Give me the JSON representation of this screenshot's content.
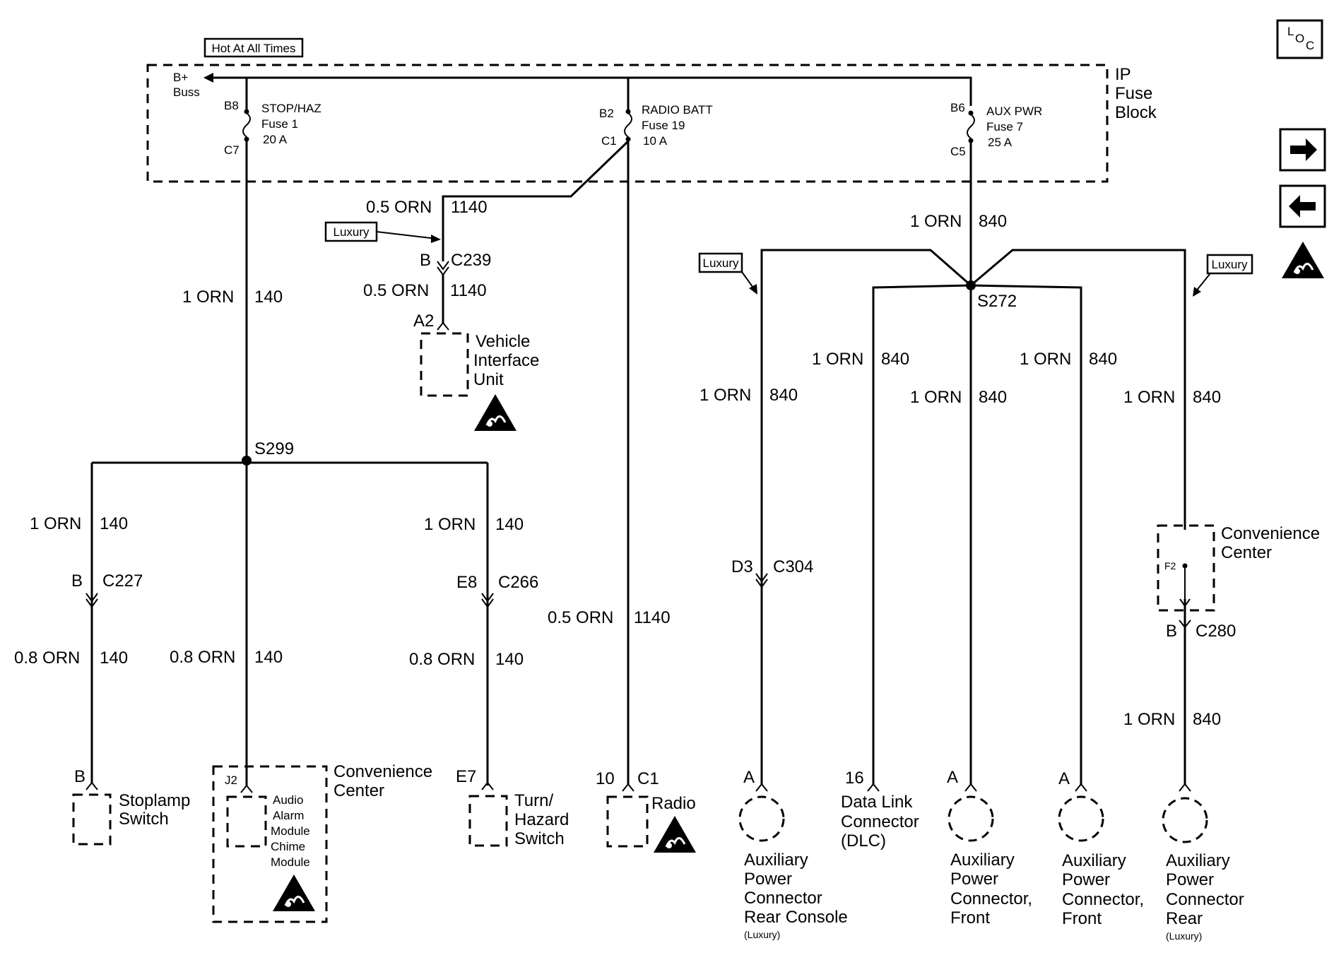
{
  "header": {
    "hot_at_all_times": "Hot At All Times",
    "b_plus": "B+",
    "buss": "Buss",
    "fuse_block_line1": "IP",
    "fuse_block_line2": "Fuse",
    "fuse_block_line3": "Block"
  },
  "nav": {
    "loc_l": "L",
    "loc_o": "O",
    "loc_c": "C",
    "forward_icon": "arrow-right-icon",
    "back_icon": "arrow-left-icon",
    "esd_icon": "esd-warning-icon"
  },
  "fuses": {
    "stop_haz": {
      "in_pin": "B8",
      "out_pin": "C7",
      "name": "STOP/HAZ",
      "fuse": "Fuse 1",
      "rating": "20 A"
    },
    "radio_batt": {
      "in_pin": "B2",
      "out_pin": "C1",
      "name": "RADIO BATT",
      "fuse": "Fuse 19",
      "rating": "10 A"
    },
    "aux_pwr": {
      "in_pin": "B6",
      "out_pin": "C5",
      "name": "AUX PWR",
      "fuse": "Fuse 7",
      "rating": "25 A"
    }
  },
  "wires": {
    "w140_main_size": "1 ORN",
    "w140_main_circ": "140",
    "w1140_top_size": "0.5 ORN",
    "w1140_top_circ": "1140",
    "w1140_mid_size": "0.5 ORN",
    "w1140_mid_circ": "1140",
    "w1140_radio_size": "0.5 ORN",
    "w1140_radio_circ": "1140",
    "w840_main_size": "1 ORN",
    "w840_main_circ": "840",
    "w840_a_size": "1 ORN",
    "w840_a_circ": "840",
    "w840_b_size": "1 ORN",
    "w840_b_circ": "840",
    "w840_c_size": "1 ORN",
    "w840_c_circ": "840",
    "w840_d_size": "1 ORN",
    "w840_d_circ": "840",
    "w840_e_size": "1 ORN",
    "w840_e_circ": "840",
    "w840_f_size": "1 ORN",
    "w840_f_circ": "840",
    "w140_l1_size": "1 ORN",
    "w140_l1_circ": "140",
    "w140_r1_size": "1 ORN",
    "w140_r1_circ": "140",
    "w140_l2_size": "0.8 ORN",
    "w140_l2_circ": "140",
    "w140_m2_size": "0.8 ORN",
    "w140_m2_circ": "140",
    "w140_r2_size": "0.8 ORN",
    "w140_r2_circ": "140"
  },
  "labels": {
    "luxury_vi": "Luxury",
    "luxury_left": "Luxury",
    "luxury_right": "Luxury",
    "c239_pin": "B",
    "c239": "C239",
    "vi_pin": "A2",
    "vi_line1": "Vehicle",
    "vi_line2": "Interface",
    "vi_line3": "Unit",
    "s299": "S299",
    "s272": "S272",
    "c227_pin": "B",
    "c227": "C227",
    "c266_pin": "E8",
    "c266": "C266",
    "c304_pin": "D3",
    "c304": "C304",
    "c280_pin": "B",
    "c280": "C280",
    "cc_right_line1": "Convenience",
    "cc_right_line2": "Center",
    "cc_right_pin": "F2"
  },
  "components": {
    "stoplamp_pin": "B",
    "stoplamp_line1": "Stoplamp",
    "stoplamp_line2": "Switch",
    "cc_left_line1": "Convenience",
    "cc_left_line2": "Center",
    "cc_left_pin": "J2",
    "audio_line1": "Audio",
    "audio_line2": "Alarm",
    "audio_line3": "Module",
    "audio_line4": "Chime",
    "audio_line5": "Module",
    "turn_pin": "E7",
    "turn_line1": "Turn/",
    "turn_line2": "Hazard",
    "turn_line3": "Switch",
    "radio_pin": "10",
    "radio_conn": "C1",
    "radio_label": "Radio",
    "aux_rc_pin": "A",
    "aux_rc_line1": "Auxiliary",
    "aux_rc_line2": "Power",
    "aux_rc_line3": "Connector",
    "aux_rc_line4": "Rear Console",
    "aux_rc_note": "(Luxury)",
    "dlc_pin": "16",
    "dlc_line1": "Data Link",
    "dlc_line2": "Connector",
    "dlc_line3": "(DLC)",
    "aux_f1_pin": "A",
    "aux_f1_line1": "Auxiliary",
    "aux_f1_line2": "Power",
    "aux_f1_line3": "Connector,",
    "aux_f1_line4": "Front",
    "aux_f2_pin": "A",
    "aux_f2_line1": "Auxiliary",
    "aux_f2_line2": "Power",
    "aux_f2_line3": "Connector,",
    "aux_f2_line4": "Front",
    "aux_r_line1": "Auxiliary",
    "aux_r_line2": "Power",
    "aux_r_line3": "Connector",
    "aux_r_line4": "Rear",
    "aux_r_note": "(Luxury)"
  }
}
